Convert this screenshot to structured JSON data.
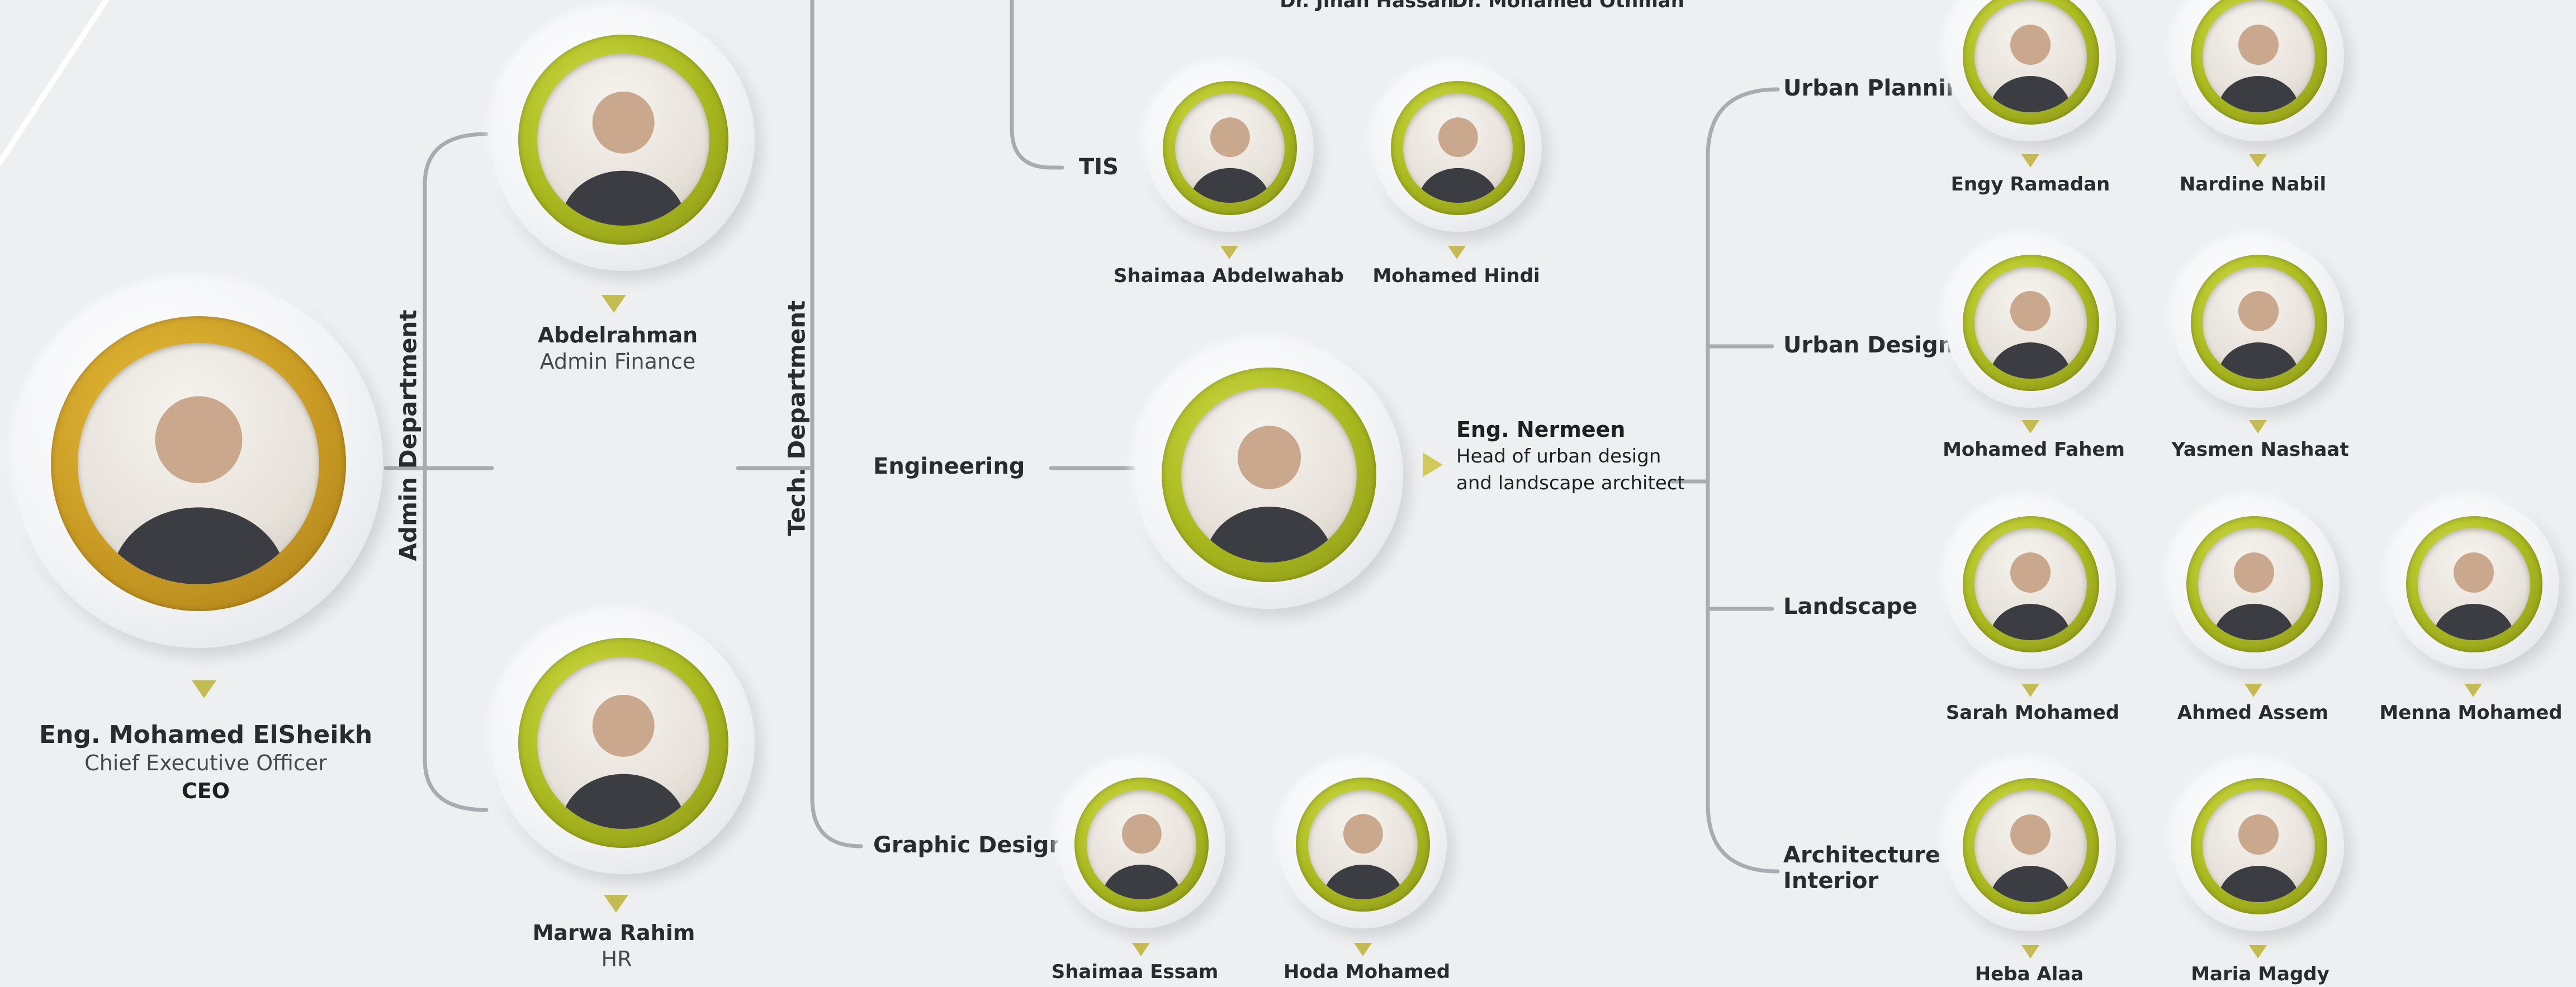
{
  "ceo": {
    "name": "Eng. Mohamed ElSheikh",
    "title": "Chief Executive Officer",
    "abbr": "CEO"
  },
  "departments": {
    "admin": "Admin Department",
    "tech": "Tech. Department"
  },
  "admin_members": [
    {
      "name": "Abdelrahman",
      "role": "Admin Finance"
    },
    {
      "name": "Marwa Rahim",
      "role": "HR"
    }
  ],
  "top_cut": {
    "left": "Dr. Jinan Hassan",
    "right": "Dr. Mohamed Othman"
  },
  "tis": {
    "label": "TIS",
    "members": [
      "Shaimaa Abdelwahab",
      "Mohamed Hindi"
    ]
  },
  "engineering": {
    "label": "Engineering",
    "head_name": "Eng. Nermeen",
    "head_role_line1": "Head of urban design",
    "head_role_line2": "and landscape architect"
  },
  "graphic_design": {
    "label": "Graphic Design",
    "members": [
      "Shaimaa Essam",
      "Hoda Mohamed"
    ]
  },
  "teams": [
    {
      "label": "Urban Planning",
      "members": [
        "Engy Ramadan",
        "Nardine Nabil"
      ]
    },
    {
      "label": "Urban Design",
      "members": [
        "Mohamed Fahem",
        "Yasmen Nashaat"
      ]
    },
    {
      "label": "Landscape",
      "members": [
        "Sarah Mohamed",
        "Ahmed Assem",
        "Menna Mohamed"
      ]
    },
    {
      "label_line1": "Architecture &",
      "label_line2": "Interior",
      "members": [
        "Heba Alaa",
        "Maria Magdy"
      ]
    }
  ],
  "colors": {
    "accent": "#a8b81e",
    "ceo_ring": "#c99b23",
    "connector": "#a9abb1",
    "background": "#eeeff1"
  }
}
